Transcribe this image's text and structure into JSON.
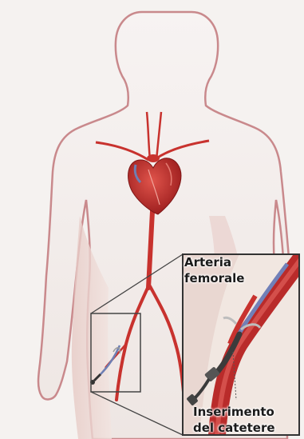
{
  "labels": {
    "artery_line1": "Arteria",
    "artery_line2": "femorale",
    "insertion_line1": "Inserimento",
    "insertion_line2": "del catetere"
  },
  "icons": {
    "body": "human-body-outline",
    "heart": "heart",
    "aorta": "aorta-artery",
    "catheter": "catheter",
    "zoom": "magnified-inset"
  },
  "colors": {
    "background": "#f5f2f0",
    "body_outline": "#c9898c",
    "body_fill": "#f4efee",
    "artery": "#c8322e",
    "artery_dark": "#8e1c1a",
    "heart": "#b8292a",
    "vein": "#6e7fb4",
    "catheter": "#3b3b3b",
    "inset_border": "#333333",
    "inset_fill": "#efe6df"
  }
}
